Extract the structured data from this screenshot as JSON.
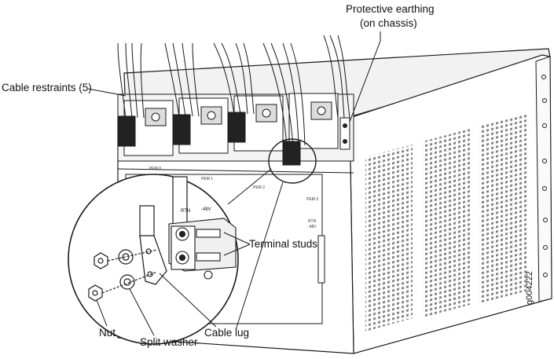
{
  "labels": {
    "protective_earthing_line1": "Protective earthing",
    "protective_earthing_line2": "(on chassis)",
    "cable_restraints": "Cable restraints (5)",
    "terminal_studs": "Terminal studs",
    "nut": "Nut",
    "split_washer": "Split washer",
    "cable_lug": "Cable lug",
    "figure_code": "g004222"
  },
  "panel_text": {
    "pem0": "PEM 0",
    "pem1": "PEM 1",
    "pem2": "PEM 2",
    "pem3": "PEM 3",
    "rtn": "RTN",
    "neg48v": "-48V",
    "rtn_small": "RTN",
    "neg48v_small": "-48V"
  },
  "colors": {
    "line": "#1a1a1a",
    "gray_fill": "#e6e6e6",
    "dark_fill": "#2a2a2a",
    "background": "#ffffff"
  }
}
